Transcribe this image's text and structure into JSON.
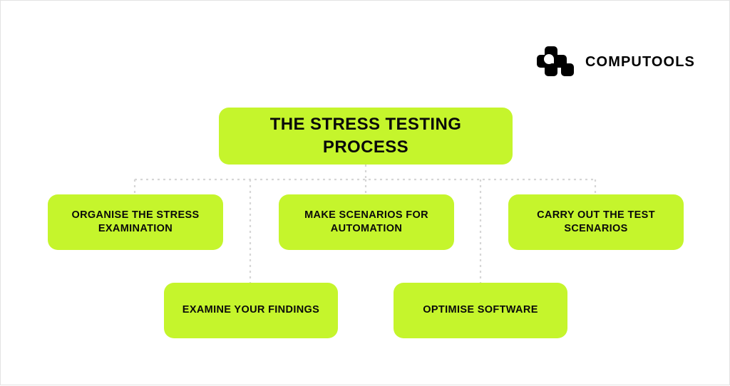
{
  "brand": {
    "name": "COMPUTOOLS",
    "mark_icon": "computools-logo-icon"
  },
  "diagram": {
    "type": "hierarchy-flowchart",
    "accent_color": "#c5f52c",
    "text_color": "#0a0a0a",
    "connector_color": "#d6d6d6",
    "background_color": "#ffffff",
    "root": {
      "label": "THE STRESS TESTING PROCESS"
    },
    "level_two": [
      {
        "label_line_1": "ORGANISE THE STRESS",
        "label_line_2": "EXAMINATION"
      },
      {
        "label_line_1": "MAKE SCENARIOS FOR",
        "label_line_2": "AUTOMATION"
      },
      {
        "label_line_1": "CARRY OUT THE TEST",
        "label_line_2": "SCENARIOS"
      }
    ],
    "level_three": [
      {
        "label": "EXAMINE YOUR FINDINGS"
      },
      {
        "label": "OPTIMISE SOFTWARE"
      }
    ]
  }
}
